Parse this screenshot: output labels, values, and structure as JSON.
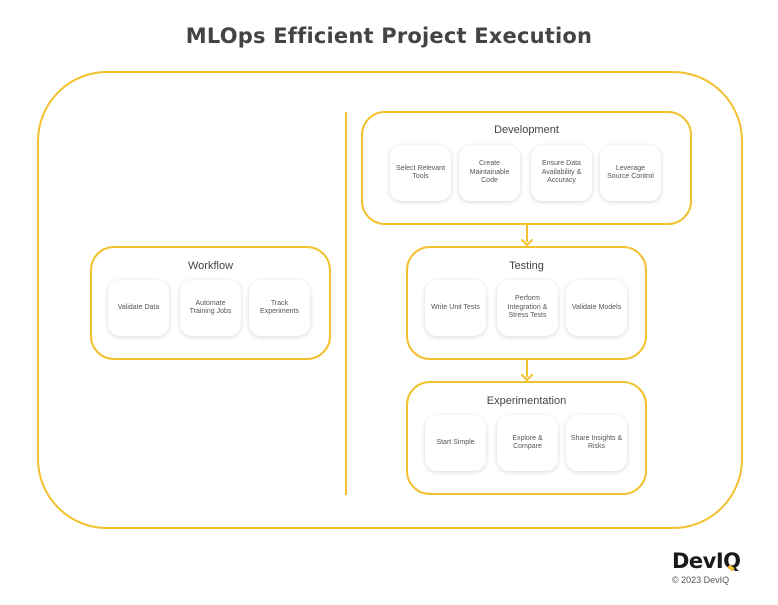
{
  "title": "MLOps Efficient Project Execution",
  "colors": {
    "accent": "#f2c12e",
    "text": "#444444",
    "card_background": "#ffffff"
  },
  "workflow": {
    "title": "Workflow",
    "cards": [
      "Validate Data",
      "Automate Training Jobs",
      "Track Experiments"
    ]
  },
  "development": {
    "title": "Development",
    "cards": [
      "Select Relevant Tools",
      "Create Maintainable Code",
      "Ensure Data Availability & Accuracy",
      "Leverage Source Control"
    ]
  },
  "testing": {
    "title": "Testing",
    "cards": [
      "Write Unit Tests",
      "Perform Integration & Stress Tests",
      "Validate Models"
    ]
  },
  "experimentation": {
    "title": "Experimentation",
    "cards": [
      "Start Simple",
      "Explore & Compare",
      "Share Insights & Risks"
    ]
  },
  "footer": {
    "logo_text": "DevIQ",
    "copyright": "© 2023 DevIQ"
  }
}
